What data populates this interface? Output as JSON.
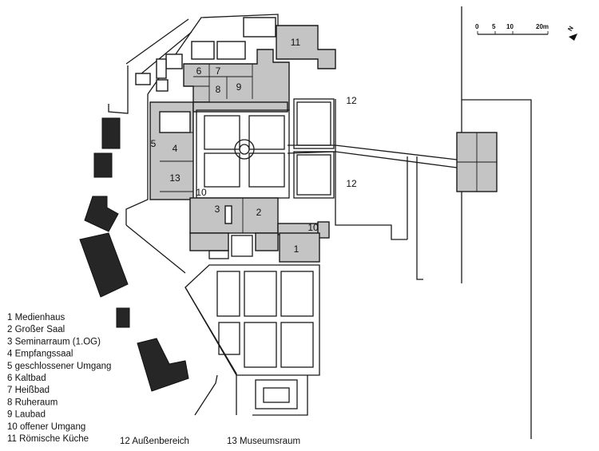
{
  "rooms": [
    {
      "num": "1"
    },
    {
      "num": "2"
    },
    {
      "num": "3"
    },
    {
      "num": "4"
    },
    {
      "num": "5"
    },
    {
      "num": "6"
    },
    {
      "num": "7"
    },
    {
      "num": "8"
    },
    {
      "num": "9"
    },
    {
      "num": "10"
    },
    {
      "num": "10"
    },
    {
      "num": "11"
    },
    {
      "num": "12"
    },
    {
      "num": "12"
    },
    {
      "num": "13"
    }
  ],
  "legend": [
    "1 Medienhaus",
    "2 Großer Saal",
    "3 Seminarraum (1.OG)",
    "4 Empfangssaal",
    "5 geschlossener Umgang",
    "6 Kaltbad",
    "7 Heißbad",
    "8 Ruheraum",
    "9 Laubad",
    "10 offener Umgang",
    "11 Römische Küche"
  ],
  "legend_bottom": {
    "item12": "12 Außenbereich",
    "item13": "13 Museumsraum"
  },
  "scale": {
    "ticks": [
      "0",
      "5",
      "10",
      "20m"
    ],
    "north": "N"
  },
  "colors": {
    "room_fill": "#c4c4c4",
    "outbuilding": "#262626",
    "line": "#1a1a1a"
  }
}
